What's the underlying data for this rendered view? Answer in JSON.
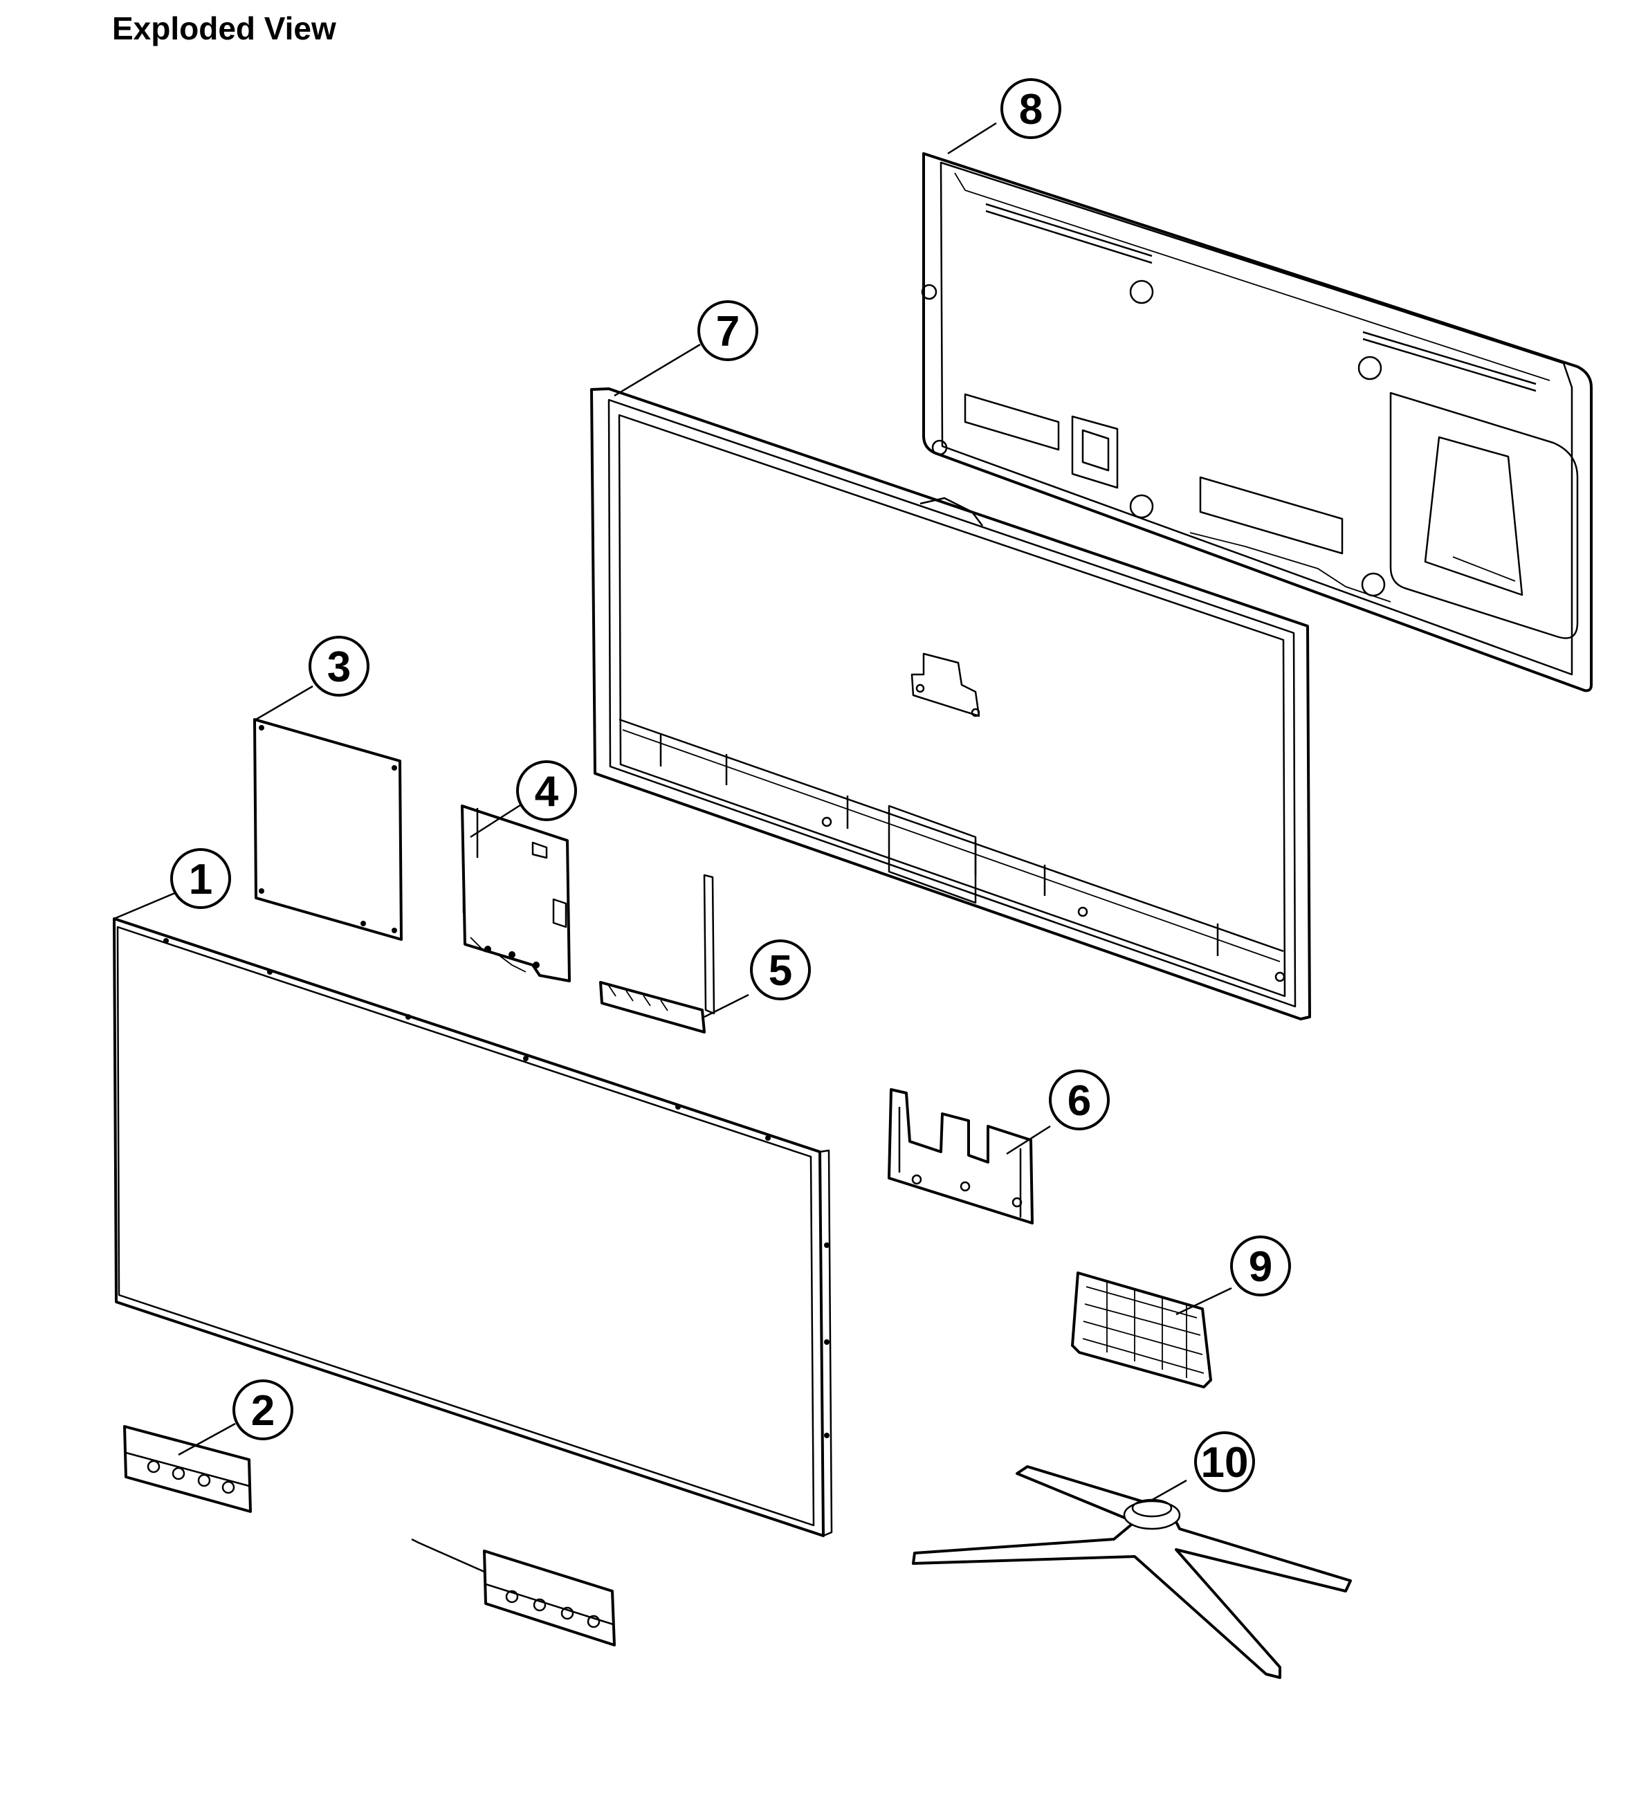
{
  "title": "Exploded View",
  "callouts": [
    {
      "id": "1",
      "label": "1"
    },
    {
      "id": "2",
      "label": "2"
    },
    {
      "id": "3",
      "label": "3"
    },
    {
      "id": "4",
      "label": "4"
    },
    {
      "id": "5",
      "label": "5"
    },
    {
      "id": "6",
      "label": "6"
    },
    {
      "id": "7",
      "label": "7"
    },
    {
      "id": "8",
      "label": "8"
    },
    {
      "id": "9",
      "label": "9"
    },
    {
      "id": "10",
      "label": "10"
    }
  ]
}
